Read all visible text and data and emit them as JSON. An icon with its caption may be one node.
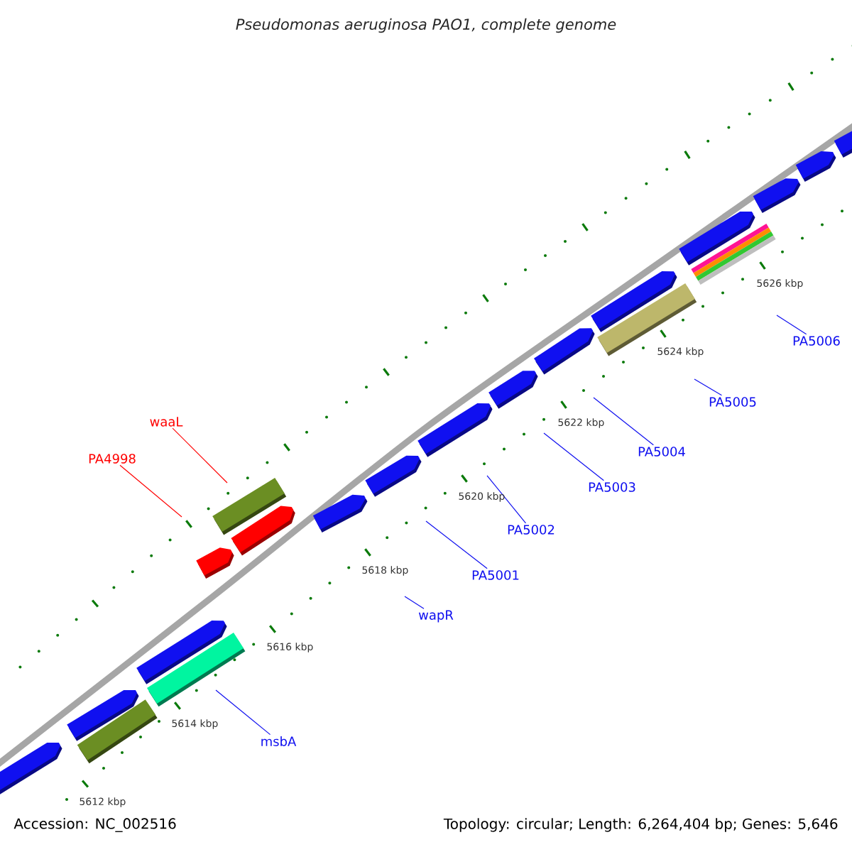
{
  "diagram": {
    "title": "Pseudomonas aeruginosa PAO1, complete genome",
    "nodes": [
      {
        "text": [
          "waaL"
        ]
      },
      {
        "text": [
          "PA4998"
        ]
      },
      {
        "text": [
          "msbA"
        ]
      },
      {
        "text": [
          "wapR"
        ]
      },
      {
        "text": [
          "PA5001"
        ]
      },
      {
        "text": [
          "PA5002"
        ]
      },
      {
        "text": [
          "PA5003"
        ]
      },
      {
        "text": [
          "PA5004"
        ]
      },
      {
        "text": [
          "PA5005"
        ]
      },
      {
        "text": [
          "PA5006"
        ]
      }
    ],
    "edges": [
      {
        "from": 0,
        "to": null,
        "arrow": "none",
        "color": "#ff0000"
      },
      {
        "from": 1,
        "to": null,
        "arrow": "none",
        "color": "#ff0000"
      },
      {
        "from": 2,
        "to": null,
        "arrow": "none"
      },
      {
        "from": 3,
        "to": null,
        "arrow": "none"
      },
      {
        "from": 4,
        "to": null,
        "arrow": "none"
      },
      {
        "from": 5,
        "to": null,
        "arrow": "none"
      },
      {
        "from": 6,
        "to": null,
        "arrow": "none"
      },
      {
        "from": 7,
        "to": null,
        "arrow": "none"
      },
      {
        "from": 8,
        "to": null,
        "arrow": "none"
      },
      {
        "from": 9,
        "to": null,
        "arrow": "none"
      }
    ],
    "labels": [
      "5612 kbp",
      "5614 kbp",
      "5616 kbp",
      "5618 kbp",
      "5620 kbp",
      "5622 kbp",
      "5624 kbp",
      "5626 kbp",
      "Accession: NC_002516",
      "Topology: circular; Length: 6,264,404 bp; Genes: 5,646"
    ]
  }
}
